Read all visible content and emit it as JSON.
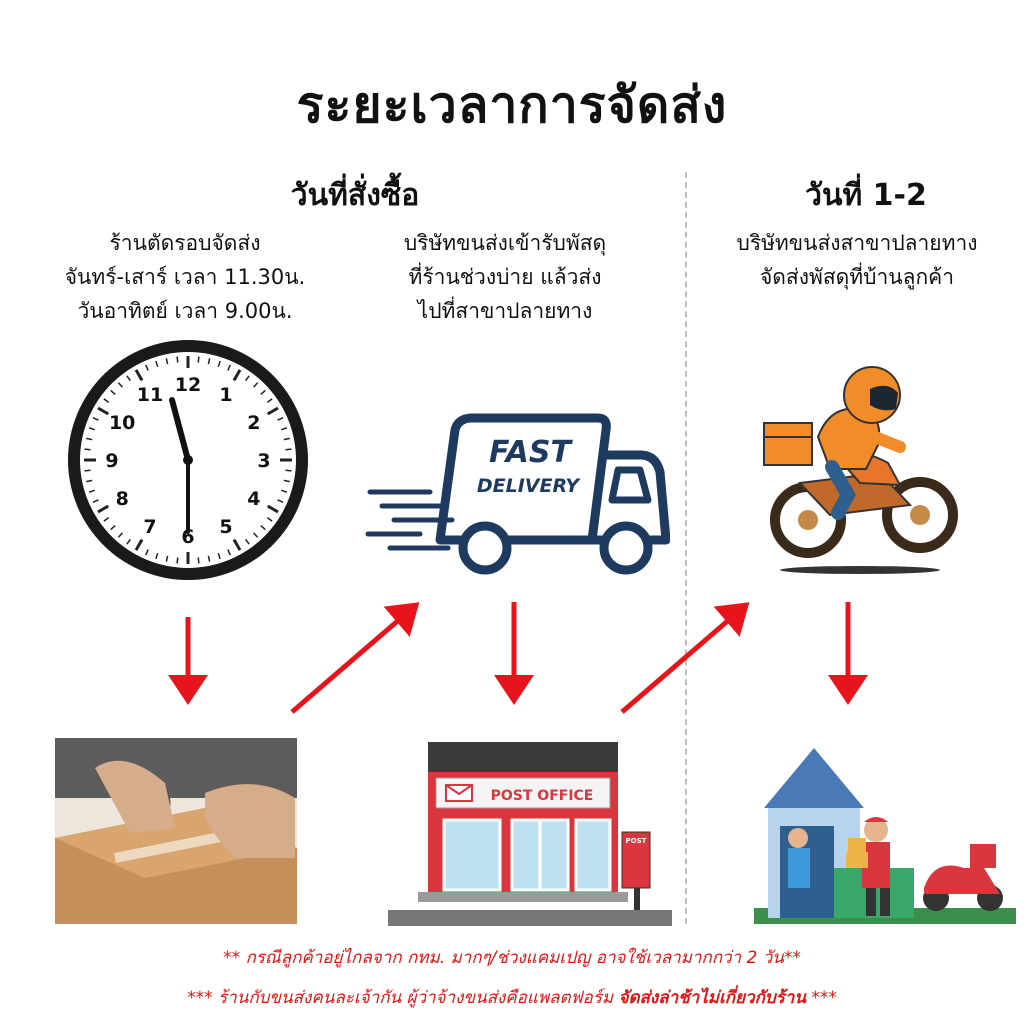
{
  "title": "ระยะเวลาการจัดส่ง",
  "columns": {
    "order_day": {
      "heading": "วันที่สั่งซื้อ",
      "cutoff": [
        "ร้านตัดรอบจัดส่ง",
        "จันทร์-เสาร์ เวลา 11.30น.",
        "วันอาทิตย์ เวลา 9.00น."
      ],
      "pickup": [
        "บริษัทขนส่งเข้ารับพัสดุ",
        "ที่ร้านช่วงบ่าย แล้วส่ง",
        "ไปที่สาขาปลายทาง"
      ]
    },
    "day_1_2": {
      "heading": "วันที่ 1-2",
      "delivery": [
        "บริษัทขนส่งสาขาปลายทาง",
        "จัดส่งพัสดุที่บ้านลูกค้า"
      ]
    }
  },
  "clock_numbers": [
    "12",
    "1",
    "2",
    "3",
    "4",
    "5",
    "6",
    "7",
    "8",
    "9",
    "10",
    "11"
  ],
  "truck_text": [
    "FAST",
    "DELIVERY"
  ],
  "post_office_sign": "POST OFFICE",
  "mailbox_label": "POST",
  "notes": {
    "line1": "** กรณีลูกค้าอยู่ไกลจาก กทม. มากๆ/ช่วงแคมเปญ อาจใช้เวลามากกว่า 2 วัน**",
    "line2_prefix": "*** ร้านกับขนส่งคนละเจ้ากัน ผู้ว่าจ้างขนส่งคือแพลตฟอร์ม ",
    "line2_bold": "จัดส่งล่าช้าไม่เกี่ยวกับร้าน",
    "line2_suffix": " ***"
  },
  "colors": {
    "arrow": "#e8141b",
    "truck_navy": "#1f3a5f",
    "orange": "#f28c28",
    "post_red": "#d9363e"
  }
}
